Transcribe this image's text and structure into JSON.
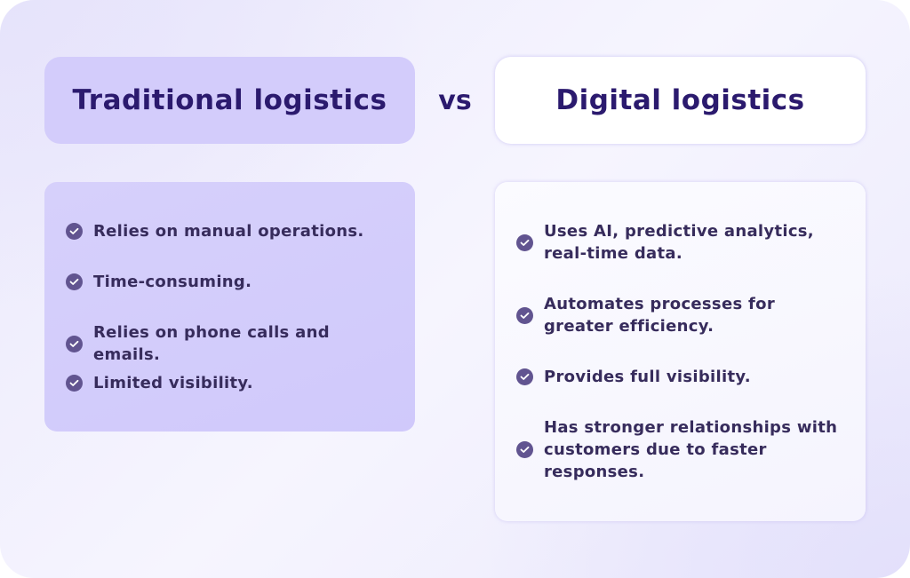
{
  "comparison": {
    "left": {
      "title": "Traditional logistics",
      "items": [
        "Relies on manual operations.",
        "Time-consuming.",
        "Relies on phone calls and emails.",
        "Limited visibility."
      ]
    },
    "separator": "vs",
    "right": {
      "title": "Digital logistics",
      "items": [
        "Uses AI, predictive analytics, real-time data.",
        "Automates processes for greater efficiency.",
        "Provides full visibility.",
        "Has stronger relationships with customers due to faster responses."
      ]
    }
  },
  "colors": {
    "title_text": "#2b1a6e",
    "body_text": "#372c5c",
    "check_icon": "#615490",
    "left_panel": "#d3ccfb",
    "right_panel": "#ffffff"
  }
}
